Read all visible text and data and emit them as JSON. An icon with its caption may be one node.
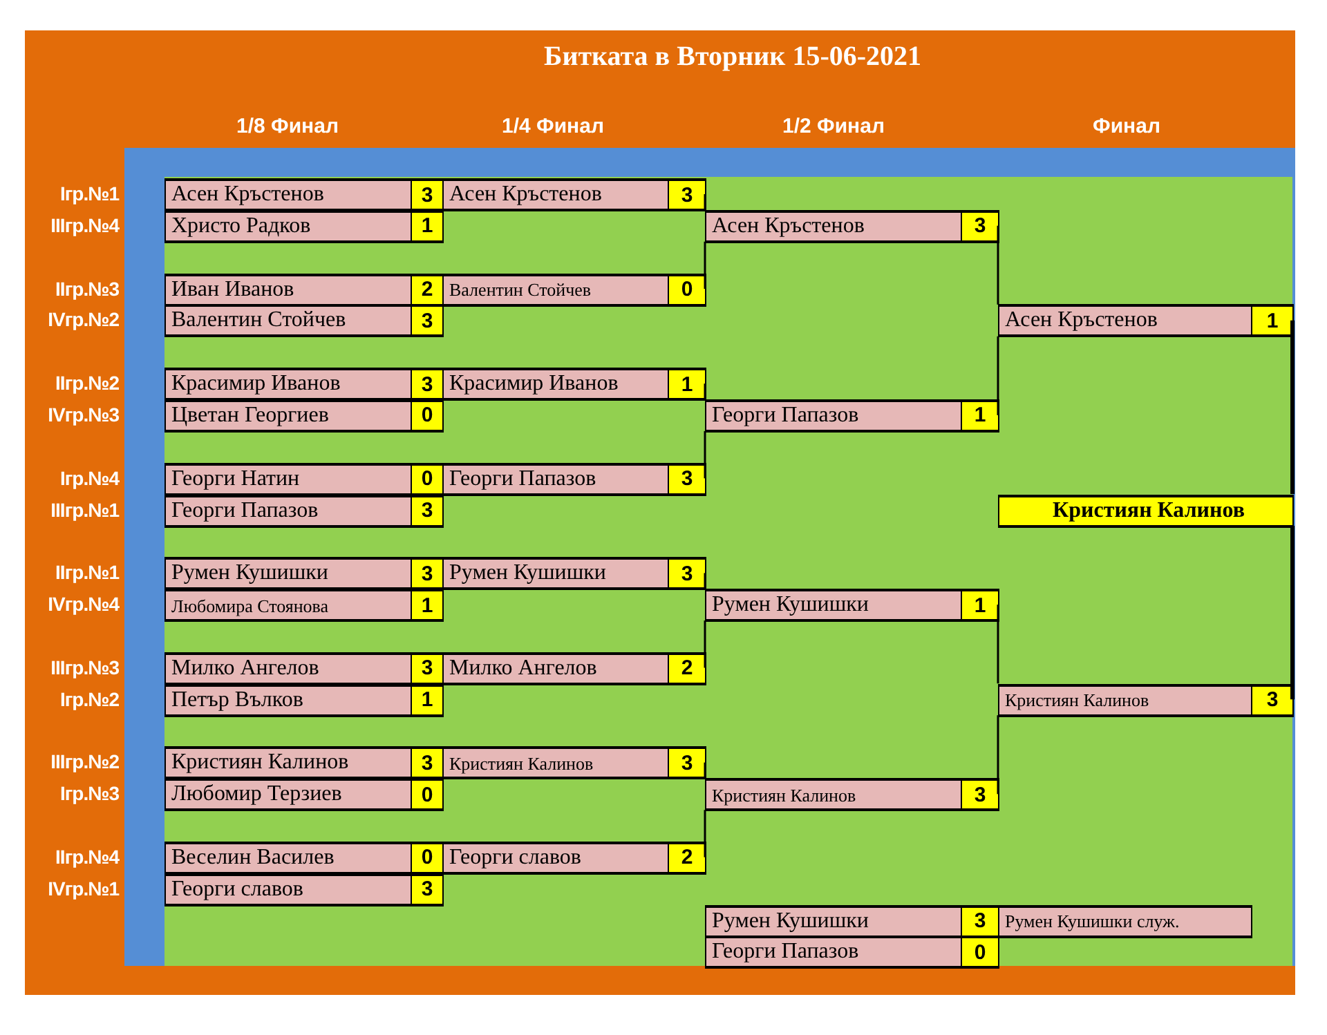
{
  "diagram": {
    "title": "Битката в Вторник 15-06-2021",
    "nodes": [
      {
        "text": [
          "Асен Кръстенов",
          "3"
        ]
      },
      {
        "text": [
          "Христо Радков",
          "1"
        ]
      },
      {
        "text": [
          "Иван Иванов",
          "2"
        ]
      },
      {
        "text": [
          "Валентин Стойчев",
          "3"
        ]
      },
      {
        "text": [
          "Красимир Иванов",
          "3"
        ]
      },
      {
        "text": [
          "Цветан Георгиев",
          "0"
        ]
      },
      {
        "text": [
          "Георги Натин",
          "0"
        ]
      },
      {
        "text": [
          "Георги Папазов",
          "3"
        ]
      },
      {
        "text": [
          "Румен Кушишки",
          "3"
        ]
      },
      {
        "text": [
          "Любомира Стоянова",
          "1"
        ]
      },
      {
        "text": [
          "Милко Ангелов",
          "3"
        ]
      },
      {
        "text": [
          "Петър Вълков",
          "1"
        ]
      },
      {
        "text": [
          "Кристиян Калинов",
          "3"
        ]
      },
      {
        "text": [
          "Любомир Терзиев",
          "0"
        ]
      },
      {
        "text": [
          "Веселин Василев",
          "0"
        ]
      },
      {
        "text": [
          "Георги славов",
          "3"
        ]
      },
      {
        "text": [
          "Асен Кръстенов",
          "3"
        ]
      },
      {
        "text": [
          "Валентин Стойчев",
          "0"
        ]
      },
      {
        "text": [
          "Красимир Иванов",
          "1"
        ]
      },
      {
        "text": [
          "Георги Папазов",
          "3"
        ]
      },
      {
        "text": [
          "Румен Кушишки",
          "3"
        ]
      },
      {
        "text": [
          "Милко Ангелов",
          "2"
        ]
      },
      {
        "text": [
          "Кристиян Калинов",
          "3"
        ]
      },
      {
        "text": [
          "Георги славов",
          "2"
        ]
      },
      {
        "text": [
          "Асен Кръстенов",
          "3"
        ]
      },
      {
        "text": [
          "Георги Папазов",
          "1"
        ]
      },
      {
        "text": [
          "Румен Кушишки",
          "1"
        ]
      },
      {
        "text": [
          "Кристиян Калинов",
          "3"
        ]
      },
      {
        "text": [
          "Асен Кръстенов",
          "1"
        ]
      },
      {
        "text": [
          "Кристиян Калинов",
          "3"
        ]
      },
      {
        "text": [
          "Кристиян Калинов"
        ]
      },
      {
        "text": [
          "Румен Кушишки",
          "3"
        ]
      },
      {
        "text": [
          "Георги Папазов",
          "0"
        ]
      },
      {
        "text": [
          "Румен Кушишки служ."
        ]
      }
    ],
    "edges": [
      {
        "from": 16,
        "to": 24,
        "arrow": "none"
      },
      {
        "from": 17,
        "to": 24,
        "arrow": "none"
      },
      {
        "from": 18,
        "to": 25,
        "arrow": "none"
      },
      {
        "from": 19,
        "to": 25,
        "arrow": "none"
      },
      {
        "from": 20,
        "to": 26,
        "arrow": "none"
      },
      {
        "from": 21,
        "to": 26,
        "arrow": "none"
      },
      {
        "from": 22,
        "to": 27,
        "arrow": "none"
      },
      {
        "from": 23,
        "to": 27,
        "arrow": "none"
      },
      {
        "from": 24,
        "to": 28,
        "arrow": "none"
      },
      {
        "from": 25,
        "to": 28,
        "arrow": "none"
      },
      {
        "from": 26,
        "to": 29,
        "arrow": "none"
      },
      {
        "from": 27,
        "to": 29,
        "arrow": "none"
      },
      {
        "from": 28,
        "to": 30,
        "arrow": "none",
        "style": "thick"
      },
      {
        "from": 29,
        "to": 30,
        "arrow": "none",
        "style": "thick"
      }
    ],
    "labels": [
      "1/8 Финал",
      "1/4 Финал",
      "1/2 Финал",
      "Финал",
      "Iгр.№1",
      "IIIгр.№4",
      "IIгр.№3",
      "IVгр.№2",
      "IIгр.№2",
      "IVгр.№3",
      "Iгр.№4",
      "IIIгр.№1",
      "IIгр.№1",
      "IVгр.№4",
      "IIIгр.№3",
      "Iгр.№2",
      "IIIгр.№2",
      "Iгр.№3",
      "IIгр.№4",
      "IVгр.№1"
    ]
  }
}
